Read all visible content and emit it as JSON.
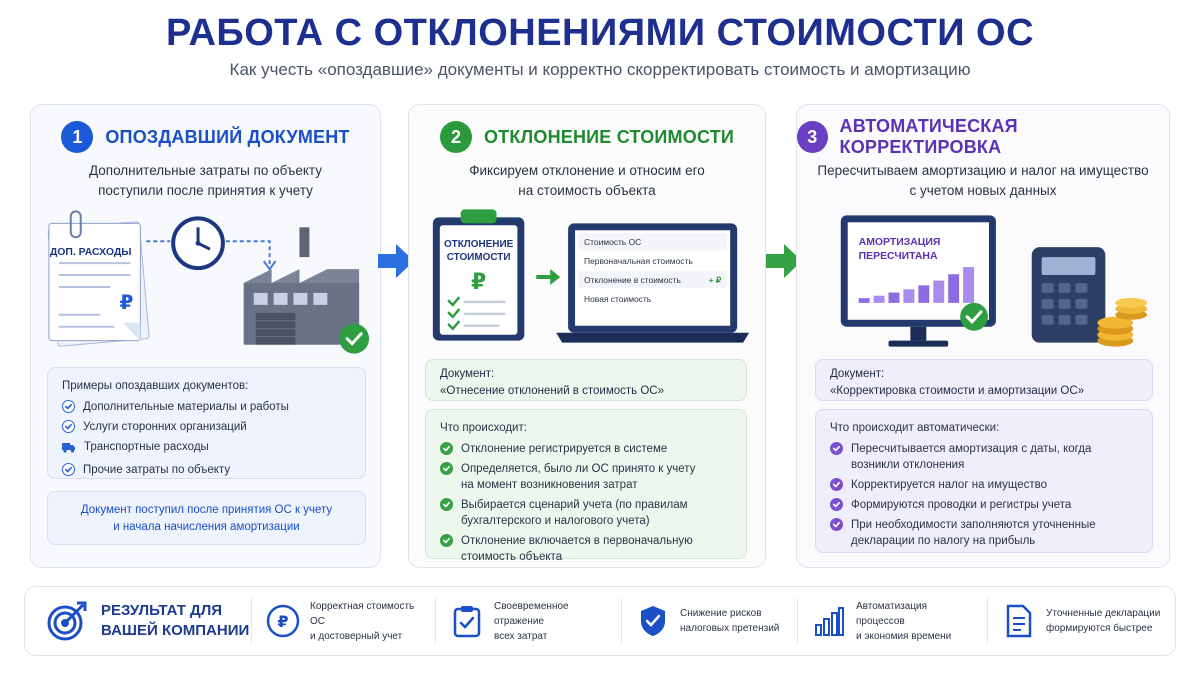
{
  "header": {
    "title": "РАБОТА С ОТКЛОНЕНИЯМИ СТОИМОСТИ ОС",
    "subtitle": "Как учесть «опоздавшие» документы и корректно скорректировать стоимость и амортизацию"
  },
  "colors": {
    "blue": "#1a5ad9",
    "green": "#2b9a3c",
    "purple": "#6a3fc2",
    "title": "#1d2f8f"
  },
  "cards": [
    {
      "number": "1",
      "title": "ОПОЗДАВШИЙ ДОКУМЕНТ",
      "description_line1": "Дополнительные затраты по объекту",
      "description_line2": "поступили после принятия к учету",
      "doc_label": "ДОП. РАСХОДЫ",
      "currency": "₽",
      "examples_title": "Примеры опоздавших документов:",
      "examples": [
        {
          "icon": "check-circle-icon",
          "text": "Дополнительные материалы и работы"
        },
        {
          "icon": "check-circle-icon",
          "text": "Услуги сторонних организаций"
        },
        {
          "icon": "truck-icon",
          "text": "Транспортные расходы"
        },
        {
          "icon": "check-circle-icon",
          "text": "Прочие затраты по объекту"
        }
      ],
      "note_line1": "Документ поступил после принятия ОС к учету",
      "note_line2": "и начала начисления амортизации"
    },
    {
      "number": "2",
      "title": "ОТКЛОНЕНИЕ СТОИМОСТИ",
      "description_line1": "Фиксируем отклонение и относим его",
      "description_line2": "на стоимость объекта",
      "clipboard_line1": "ОТКЛОНЕНИЕ",
      "clipboard_line2": "СТОИМОСТИ",
      "currency": "₽",
      "laptop_rows": [
        {
          "label": "Стоимость ОС",
          "value": ""
        },
        {
          "label": "Первоначальная стоимость",
          "value": ""
        },
        {
          "label": "Отклонение в стоимость",
          "value": "+ ₽"
        },
        {
          "label": "Новая стоимость",
          "value": ""
        }
      ],
      "document_title": "Документ:",
      "document_name": "«Отнесение отклонений в стоимость ОС»",
      "steps_title": "Что происходит:",
      "steps": [
        {
          "line1": "Отклонение регистрируется в системе",
          "line2": ""
        },
        {
          "line1": "Определяется, было ли ОС принято к учету",
          "line2": "на момент возникновения затрат"
        },
        {
          "line1": "Выбирается сценарий учета (по правилам",
          "line2": "бухгалтерского и налогового учета)"
        },
        {
          "line1": "Отклонение включается в первоначальную",
          "line2": "стоимость объекта"
        }
      ]
    },
    {
      "number": "3",
      "title": "АВТОМАТИЧЕСКАЯ КОРРЕКТИРОВКА",
      "description_line1": "Пересчитываем амортизацию и налог на имущество",
      "description_line2": "с учетом новых данных",
      "monitor_line1": "АМОРТИЗАЦИЯ",
      "monitor_line2": "ПЕРЕСЧИТАНА",
      "bar_levels": [
        0.12,
        0.18,
        0.26,
        0.34,
        0.44,
        0.56,
        0.72,
        0.9
      ],
      "document_title": "Документ:",
      "document_name": "«Корректировка стоимости и амортизации ОС»",
      "steps_title": "Что происходит автоматически:",
      "steps": [
        {
          "line1": "Пересчитывается амортизация с даты, когда",
          "line2": "возникли отклонения"
        },
        {
          "line1": "Корректируется налог на имущество",
          "line2": ""
        },
        {
          "line1": "Формируются проводки и регистры учета",
          "line2": ""
        },
        {
          "line1": "При необходимости заполняются уточненные",
          "line2": "декларации по налогу на прибыль"
        }
      ]
    }
  ],
  "result": {
    "title_line1": "РЕЗУЛЬТАТ ДЛЯ",
    "title_line2": "ВАШЕЙ КОМПАНИИ",
    "items": [
      {
        "icon": "ruble-circle-icon",
        "symbol": "₽",
        "line1": "Корректная стоимость ОС",
        "line2": "и достоверный учет"
      },
      {
        "icon": "clipboard-check-icon",
        "line1": "Своевременное отражение",
        "line2": "всех затрат"
      },
      {
        "icon": "shield-check-icon",
        "line1": "Снижение рисков",
        "line2": "налоговых претензий"
      },
      {
        "icon": "bar-chart-icon",
        "line1": "Автоматизация процессов",
        "line2": "и экономия времени"
      },
      {
        "icon": "document-icon",
        "line1": "Уточненные декларации",
        "line2": "формируются быстрее"
      }
    ]
  }
}
